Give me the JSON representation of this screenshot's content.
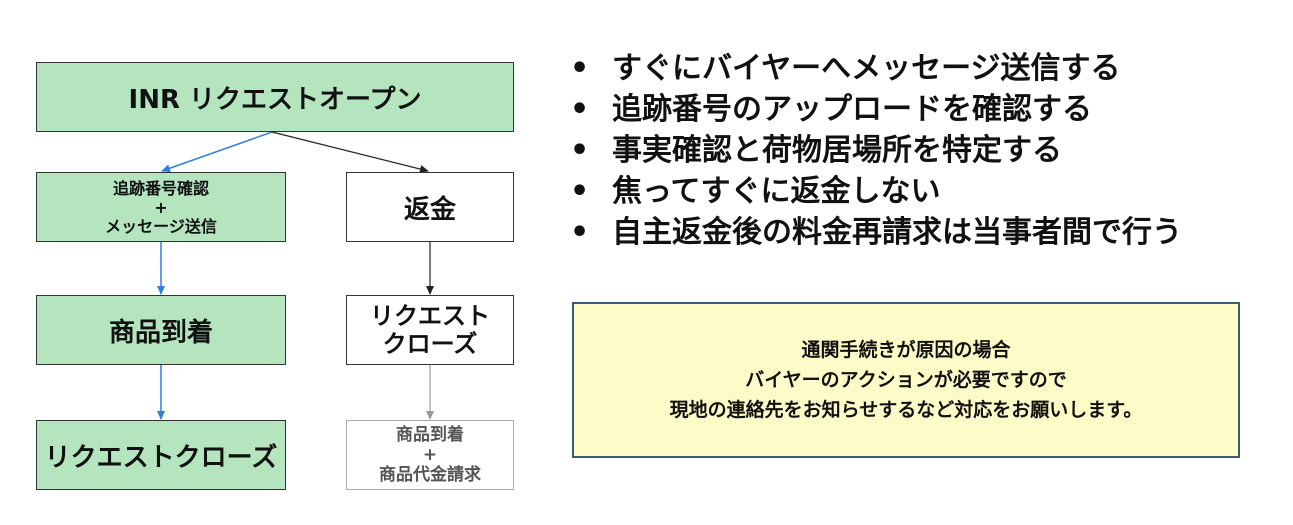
{
  "flow": {
    "open": "INR リクエストオープン",
    "track": [
      "追跡番号確認",
      "+",
      "メッセージ送信"
    ],
    "refund": "返金",
    "arrived": "商品到着",
    "request_close_right": [
      "リクエスト",
      "クローズ"
    ],
    "request_close_left": "リクエストクローズ",
    "arrival_billing": [
      "商品到着",
      "+",
      "商品代金請求"
    ]
  },
  "bullets": [
    "すぐにバイヤーへメッセージ送信する",
    "追跡番号のアップロードを確認する",
    "事実確認と荷物居場所を特定する",
    "焦ってすぐに返金しない",
    "自主返金後の料金再請求は当事者間で行う"
  ],
  "bullet_symbol": "•",
  "note": [
    "通関手続きが原因の場合",
    "バイヤーのアクションが必要ですので",
    "現地の連絡先をお知らせするなど対応をお願いします。"
  ],
  "colors": {
    "green_box": "#b4e5bf",
    "blue_arrow": "#2f7fe0",
    "black_arrow": "#222222",
    "gray_arrow": "#999999",
    "note_fill": "#fdfbc8",
    "note_border": "#3c5a78"
  }
}
